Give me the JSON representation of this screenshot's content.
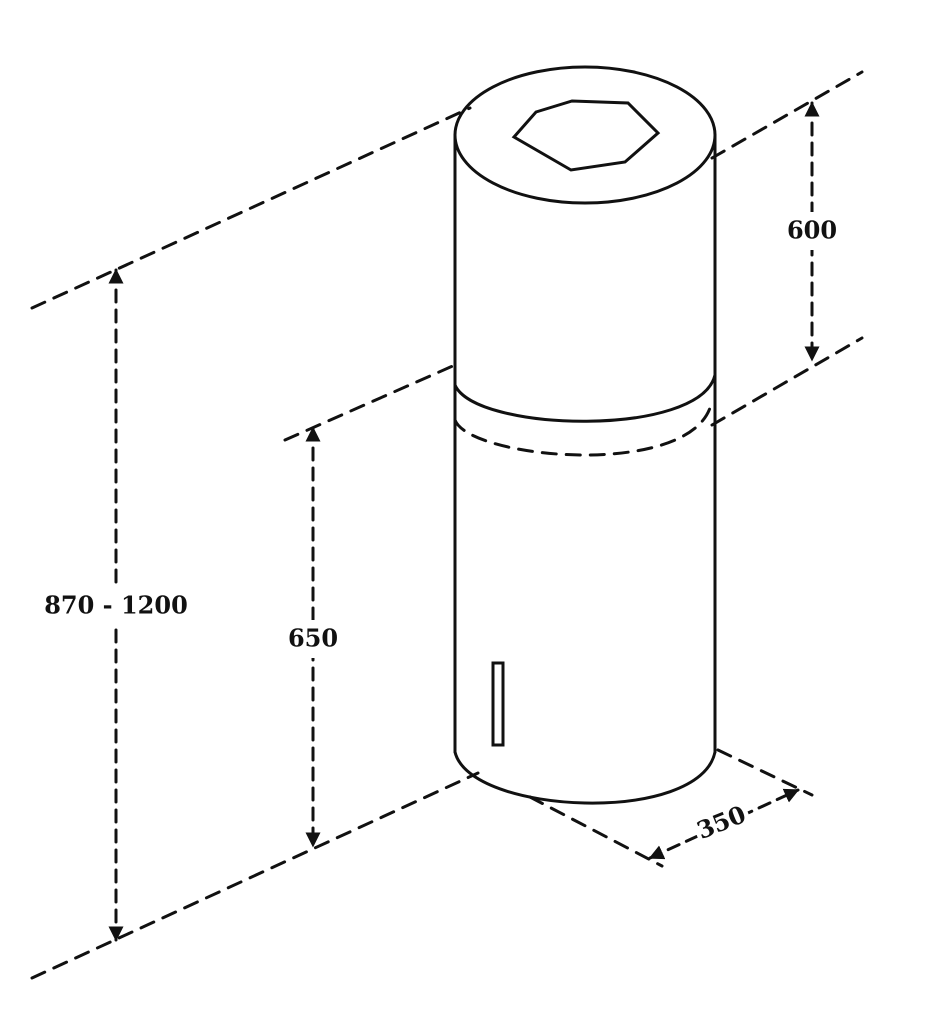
{
  "colors": {
    "line": "#111111",
    "background": "#ffffff"
  },
  "dimensions": {
    "top_section_height": "600",
    "lower_section_height": "650",
    "overall_height": "870 - 1200",
    "diameter": "350"
  }
}
